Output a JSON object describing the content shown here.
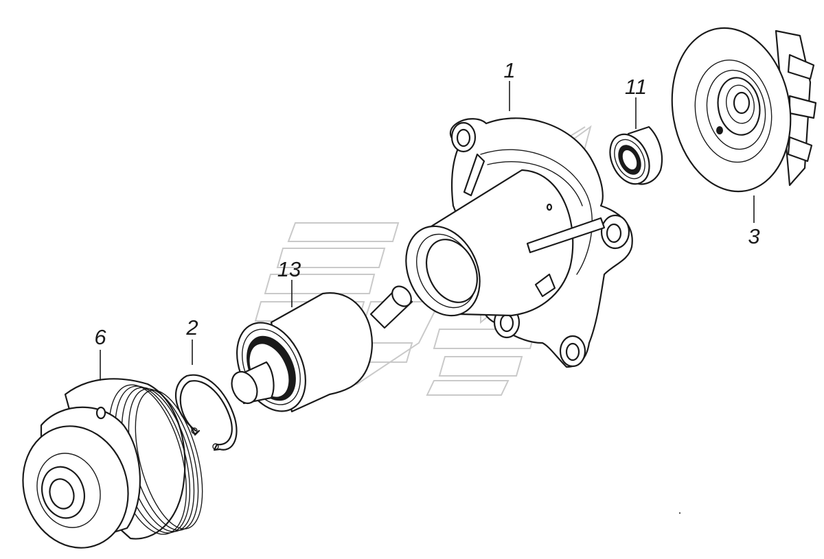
{
  "parts": [
    {
      "id": "housing",
      "label": "1"
    },
    {
      "id": "retaining-ring",
      "label": "2"
    },
    {
      "id": "impeller",
      "label": "3"
    },
    {
      "id": "pulley",
      "label": "6"
    },
    {
      "id": "seal",
      "label": "11"
    },
    {
      "id": "shaft-bearing",
      "label": "13"
    }
  ],
  "colors": {
    "ink": "#1a1a1a",
    "watermark": "#c9c9c9",
    "background": "#ffffff"
  }
}
